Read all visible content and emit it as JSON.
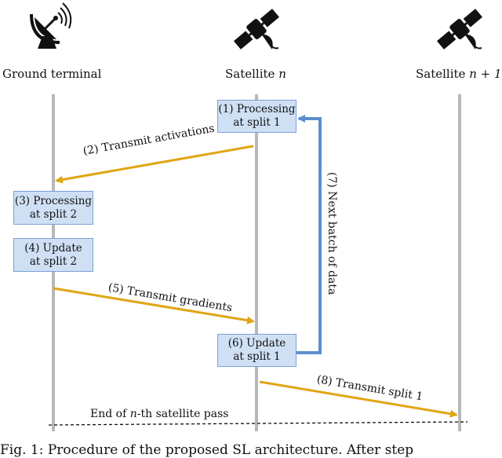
{
  "nodes": [
    {
      "name": "Ground terminal",
      "icon": "satellite-dish-icon"
    },
    {
      "name": "Satellite",
      "var": "n",
      "icon": "satellite-icon"
    },
    {
      "name": "Satellite",
      "var": "n + 1",
      "icon": "satellite-icon"
    }
  ],
  "boxes": {
    "b1": {
      "line1": "(1) Processing",
      "line2": "at split 1"
    },
    "b3": {
      "line1": "(3) Processing",
      "line2": "at split 2"
    },
    "b4": {
      "line1": "(4) Update",
      "line2": "at split 2"
    },
    "b6": {
      "line1": "(6) Update",
      "line2": "at split 1"
    }
  },
  "arrows": {
    "a2": "(2) Transmit activations",
    "a5": "(5) Transmit gradients",
    "a7": "(7) Next batch of data",
    "a8": "(8) Transmit split 1"
  },
  "end_pass": {
    "prefix": "End of ",
    "var": "n",
    "suffix": "-th satellite pass"
  },
  "caption": "Fig. 1: Procedure of the proposed SL architecture. After step",
  "colors": {
    "arrow": "#e0a514",
    "loop": "#5b8fcf",
    "lifeline": "#b8b8b8",
    "box_fill": "#cfe0f4"
  }
}
